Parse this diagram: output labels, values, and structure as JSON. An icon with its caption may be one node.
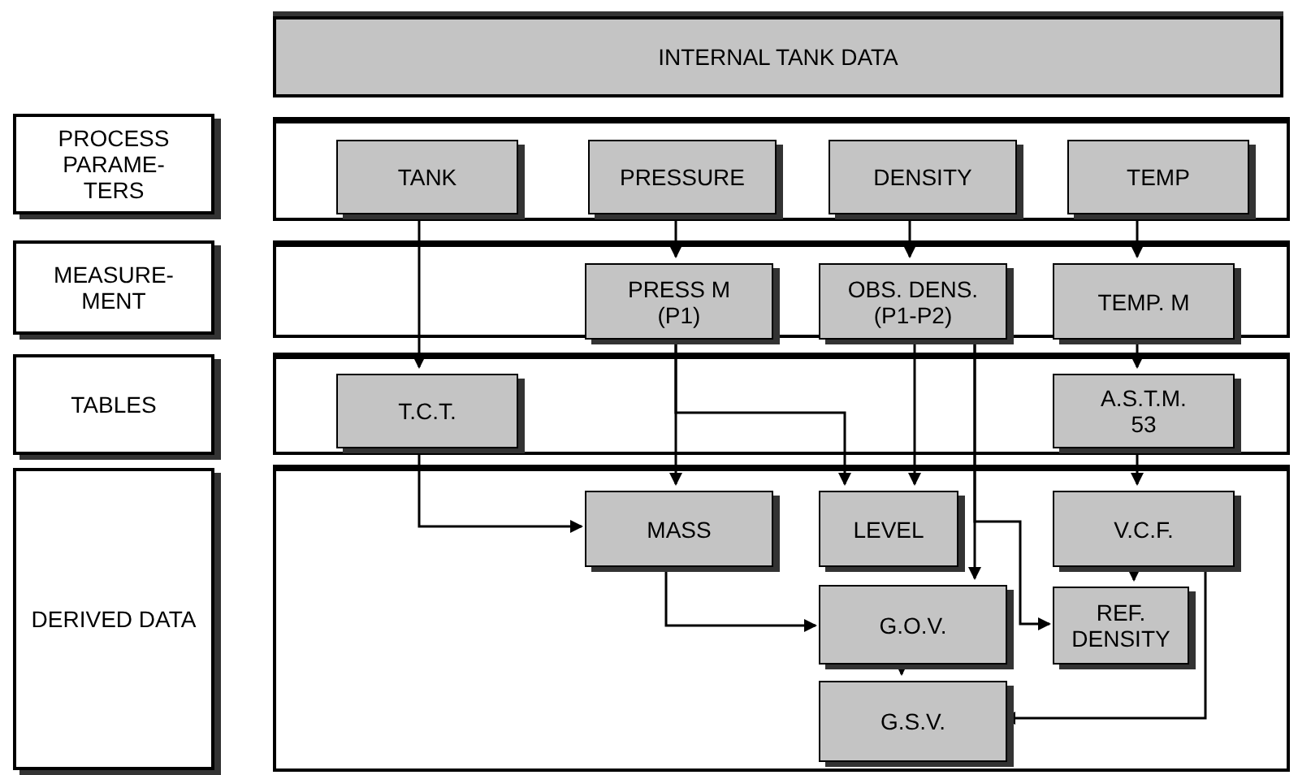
{
  "diagram": {
    "nodes": [
      {
        "text": [
          "INTERNAL TANK DATA"
        ]
      },
      {
        "text": [
          "PROCESS PARAME- TERS"
        ]
      },
      {
        "text": [],
        "shape": "box"
      },
      {
        "text": [
          "TANK"
        ],
        "in": 2
      },
      {
        "text": [
          "PRESSURE"
        ],
        "in": 2
      },
      {
        "text": [
          "DENSITY"
        ],
        "in": 2
      },
      {
        "text": [
          "TEMP"
        ],
        "in": 2
      },
      {
        "text": [
          "MEASURE- MENT"
        ]
      },
      {
        "text": [],
        "shape": "box"
      },
      {
        "text": [
          "PRESS M (P1)"
        ],
        "in": 8
      },
      {
        "text": [
          "OBS. DENS. (P1-P2)"
        ],
        "in": 8
      },
      {
        "text": [
          "TEMP. M"
        ],
        "in": 8
      },
      {
        "text": [
          "TABLES"
        ]
      },
      {
        "text": [],
        "shape": "box"
      },
      {
        "text": [
          "T.C.T."
        ],
        "in": 13
      },
      {
        "text": [
          "A.S.T.M. 53"
        ],
        "in": 13
      },
      {
        "text": [
          "DERIVED DATA"
        ]
      },
      {
        "text": [],
        "shape": "box"
      },
      {
        "text": [
          "MASS"
        ],
        "in": 17
      },
      {
        "text": [
          "LEVEL"
        ],
        "in": 17
      },
      {
        "text": [
          "V.C.F."
        ],
        "in": 17
      },
      {
        "text": [
          "G.O.V."
        ],
        "in": 17
      },
      {
        "text": [
          "REF. DENSITY"
        ],
        "in": 17
      },
      {
        "text": [
          "G.S.V."
        ],
        "in": 17
      }
    ],
    "edges": [
      {
        "from": 3,
        "to": 14,
        "arrow": "to"
      },
      {
        "from": 4,
        "to": 9,
        "arrow": "to"
      },
      {
        "from": 5,
        "to": 10,
        "arrow": "to"
      },
      {
        "from": 6,
        "to": 11,
        "arrow": "to"
      },
      {
        "from": 11,
        "to": 15,
        "arrow": "to"
      },
      {
        "from": 15,
        "to": 20,
        "arrow": "to"
      },
      {
        "from": 14,
        "to": 18,
        "arrow": "to"
      },
      {
        "from": 9,
        "to": 18,
        "arrow": "to"
      },
      {
        "from": 9,
        "to": 19,
        "arrow": "to"
      },
      {
        "from": 10,
        "to": 19,
        "arrow": "to"
      },
      {
        "from": 10,
        "to": 21,
        "arrow": "to"
      },
      {
        "from": 10,
        "to": 22,
        "arrow": "to"
      },
      {
        "from": 18,
        "to": 21,
        "arrow": "to"
      },
      {
        "from": 20,
        "to": 22,
        "arrow": "to"
      },
      {
        "from": 21,
        "to": 23,
        "arrow": "to"
      },
      {
        "from": 20,
        "to": 23,
        "arrow": "to"
      }
    ]
  }
}
